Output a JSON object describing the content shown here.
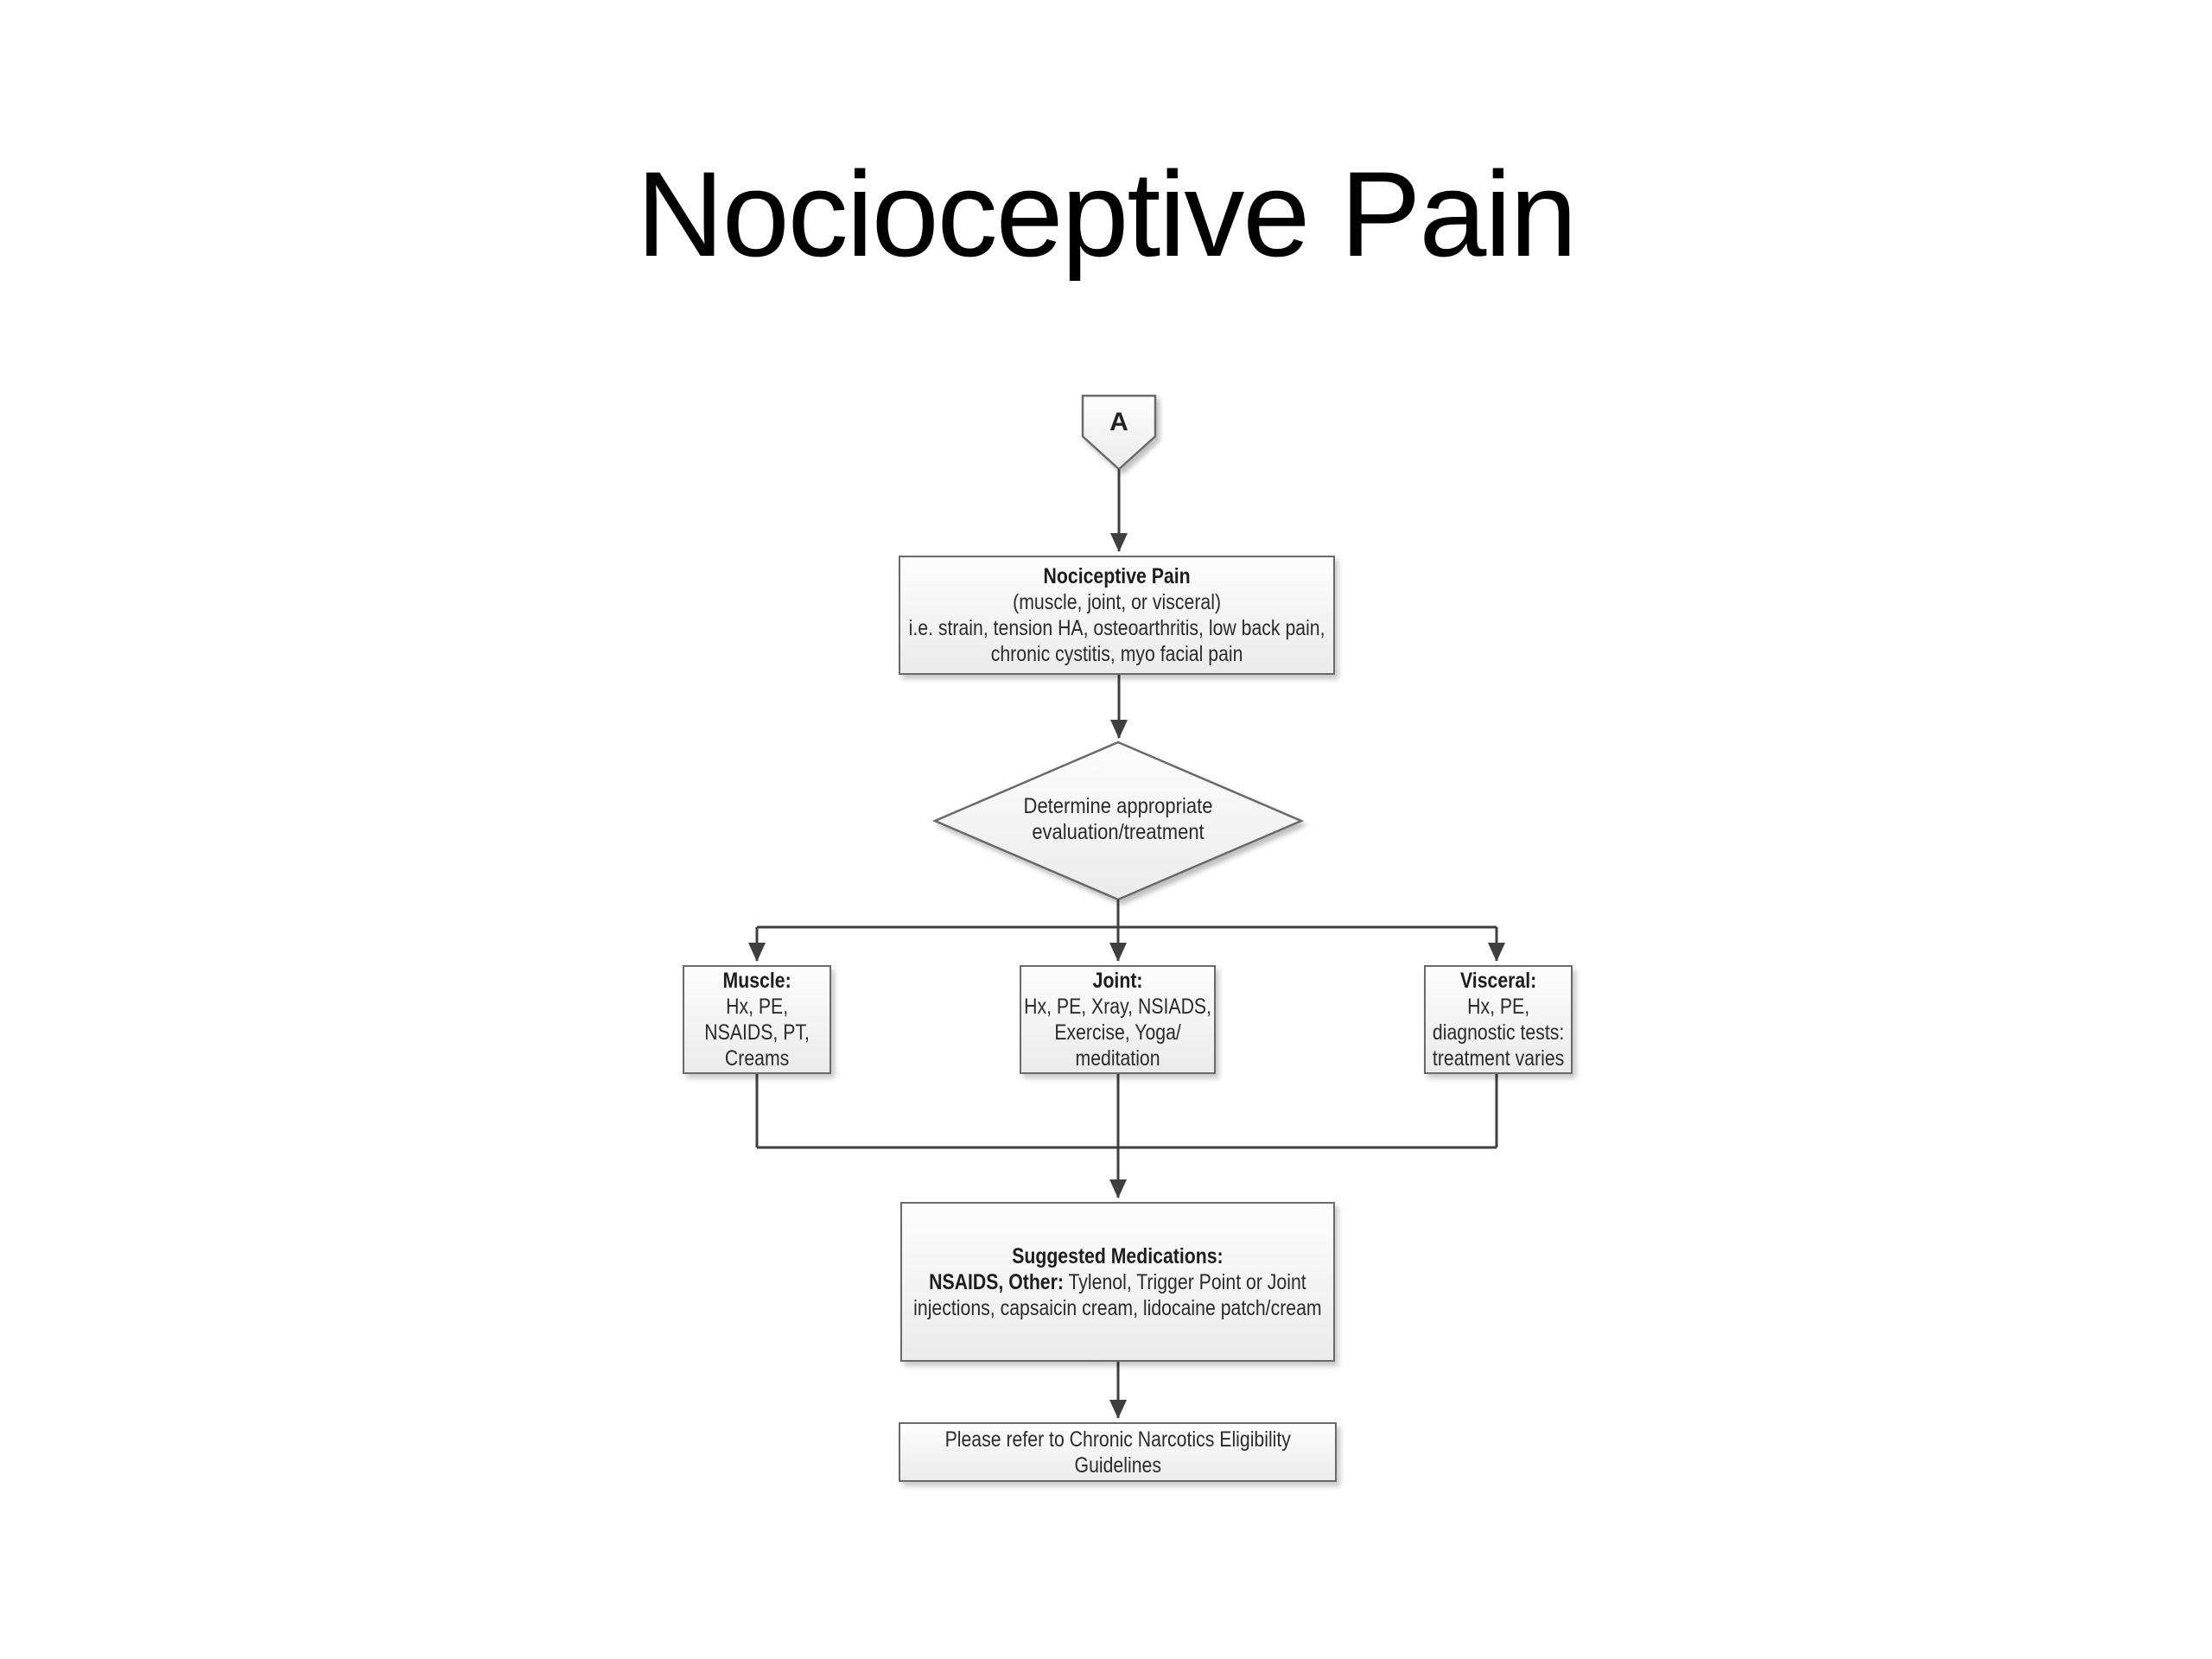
{
  "title": "Nocioceptive Pain",
  "connector": {
    "label": "A"
  },
  "nodes": {
    "nociceptive": {
      "title": "Nociceptive Pain",
      "lines": [
        "(muscle, joint, or visceral)",
        "i.e. strain, tension HA, osteoarthritis, low back pain,",
        "chronic cystitis, myo facial pain"
      ]
    },
    "decision": {
      "lines": [
        "Determine appropriate",
        "evaluation/treatment"
      ]
    },
    "muscle": {
      "title": "Muscle:",
      "lines": [
        "Hx, PE,",
        "NSAIDS, PT,",
        "Creams"
      ]
    },
    "joint": {
      "title": "Joint:",
      "lines": [
        "Hx, PE, Xray, NSIADS,",
        "Exercise, Yoga/",
        "meditation"
      ]
    },
    "visceral": {
      "title": "Visceral:",
      "lines": [
        "Hx, PE,",
        "diagnostic tests:",
        "treatment varies"
      ]
    },
    "medications": {
      "title": "Suggested Medications:",
      "line2_bold": "NSAIDS, Other:",
      "line2_rest": " Tylenol, Trigger Point or Joint",
      "line3": "injections, capsaicin cream, lidocaine patch/cream"
    },
    "referral": {
      "lines": [
        "Please refer to Chronic Narcotics Eligibility",
        "Guidelines"
      ]
    }
  },
  "colors": {
    "line": "#3f3f3f",
    "border": "#6a6a6a",
    "filltop": "#fdfdfd",
    "fillbottom": "#ebebeb",
    "text": "#2b2b2b"
  }
}
